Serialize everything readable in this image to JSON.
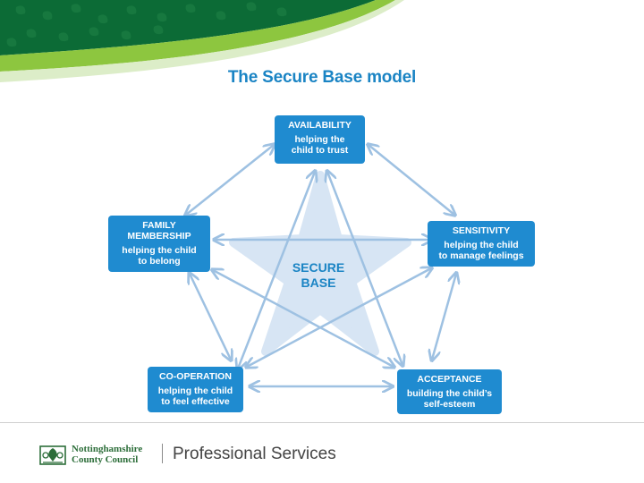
{
  "title": "The Secure Base model",
  "center": {
    "line1": "SECURE",
    "line2": "BASE"
  },
  "nodes": {
    "availability": {
      "heading": "AVAILABILITY",
      "sub1": "helping the",
      "sub2": "child to trust"
    },
    "sensitivity": {
      "heading": "SENSITIVITY",
      "sub1": "helping the child",
      "sub2": "to manage feelings"
    },
    "acceptance": {
      "heading": "ACCEPTANCE",
      "sub1": "building the child’s",
      "sub2": "self-esteem"
    },
    "cooperation": {
      "heading": "CO-OPERATION",
      "sub1": "helping the child",
      "sub2": "to feel effective"
    },
    "family": {
      "heading1": "FAMILY",
      "heading2": "MEMBERSHIP",
      "sub1": "helping the child",
      "sub2": "to belong"
    }
  },
  "footer": {
    "org_line1": "Nottinghamshire",
    "org_line2": "County Council",
    "service": "Professional Services"
  },
  "colors": {
    "node": "#1f8bd0",
    "title": "#1a84c4",
    "arrow": "#9ec1e2",
    "star": "#d7e5f4",
    "banner_dark": "#0c6b36",
    "banner_light": "#8dc63f"
  }
}
